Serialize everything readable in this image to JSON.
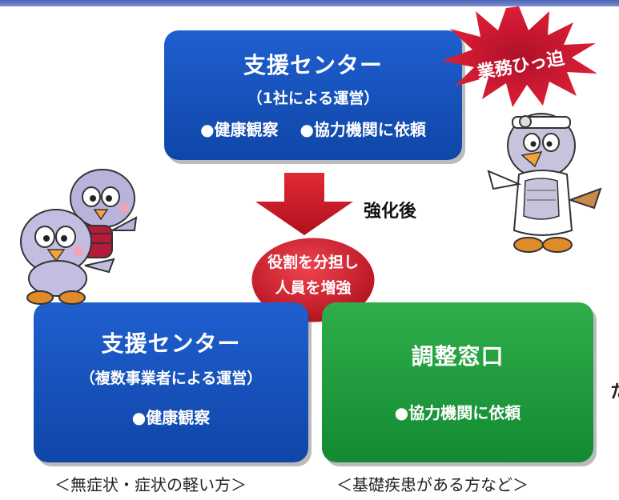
{
  "top_box": {
    "title": "支援センター",
    "subtitle": "（1社による運営）",
    "items": [
      "●健康観察",
      "●協力機関に依頼"
    ]
  },
  "burst_label": "業務ひっ迫",
  "arrow_label": "強化後",
  "oval": {
    "line1": "役割を分担し",
    "line2": "人員を増強"
  },
  "left_box": {
    "title": "支援センター",
    "subtitle": "（複数事業者による運営）",
    "item": "●健康観察",
    "caption": "＜無症状・症状の軽い方＞"
  },
  "right_box": {
    "title": "調整窓口",
    "item": "●協力機関に依頼",
    "caption": "＜基礎疾患がある方など＞"
  },
  "edge_glyph": "た",
  "colors": {
    "blue_box": "#1453bf",
    "green_box": "#1f9a3c",
    "red_accent": "#d0192a",
    "yellow_dot": "#ffd400"
  },
  "icons": [
    "bird-mascot-pair",
    "bird-doctor-mascot",
    "down-arrow",
    "starburst"
  ]
}
